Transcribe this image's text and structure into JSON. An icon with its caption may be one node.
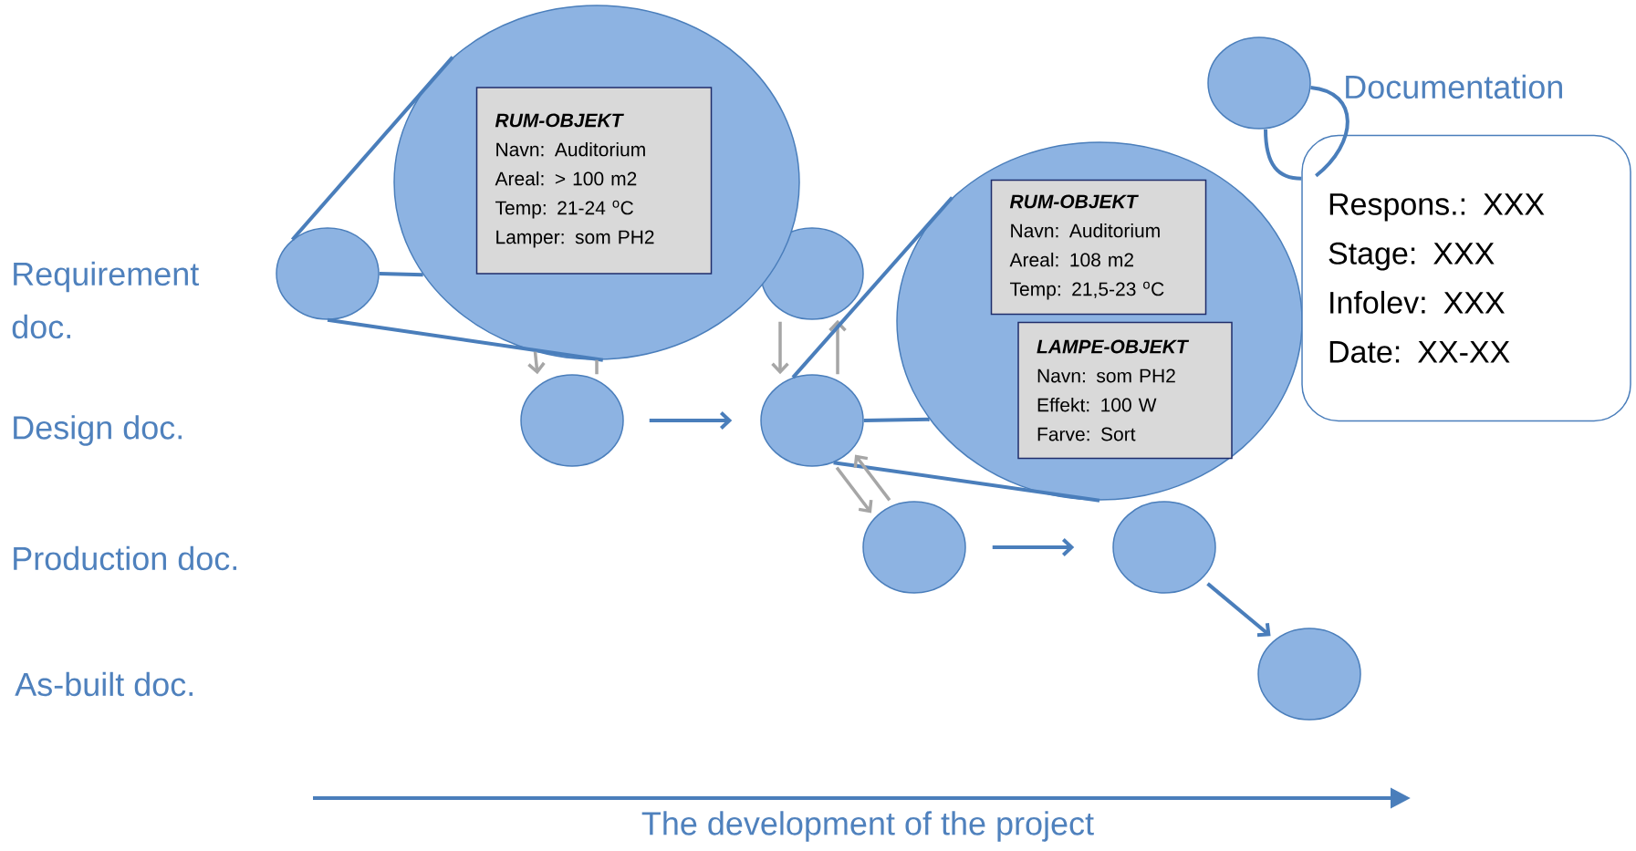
{
  "diagram": {
    "nodes": [
      {
        "text": [],
        "shape": "circle"
      },
      {
        "text": [
          "RUM-OBJEKT",
          "Navn: Auditorium",
          "Areal: > 100 m2",
          "Temp: 21-24 $^{o}$C",
          "Lamper: som PH2"
        ],
        "in": 0
      },
      {
        "text": [],
        "shape": "circle"
      },
      {
        "text": [
          "Respons.: XXX",
          "Stage: XXX",
          "Infolev: XXX",
          "Date: XX-XX"
        ]
      },
      {
        "text": [],
        "shape": "circle"
      },
      {
        "text": [
          "RUM-OBJEKT",
          "Navn: Auditorium",
          "Areal: 108 m2",
          "Temp: 21,5-23 $^{o}$C"
        ],
        "in": 4
      },
      {
        "text": [
          "LAMPE-OBJEKT",
          "Navn: som PH2",
          "Effekt: 100 W",
          "Farve: Sort"
        ],
        "in": 4
      },
      {
        "text": [],
        "shape": "circle"
      },
      {
        "text": [],
        "shape": "circle"
      },
      {
        "text": [],
        "shape": "circle"
      },
      {
        "text": [],
        "shape": "circle"
      },
      {
        "text": [],
        "shape": "circle"
      },
      {
        "text": [],
        "shape": "circle"
      },
      {
        "text": [],
        "shape": "circle"
      }
    ],
    "edges": [
      {
        "from": 7,
        "to": 0,
        "arrow": "none"
      },
      {
        "from": 7,
        "to": 0,
        "arrow": "none"
      },
      {
        "from": 7,
        "to": 0,
        "arrow": "none"
      },
      {
        "from": 0,
        "to": 9,
        "arrow": "to",
        "color": "#a6a6a6"
      },
      {
        "from": 9,
        "to": 0,
        "arrow": "none",
        "color": "#a6a6a6"
      },
      {
        "from": 9,
        "to": 10,
        "arrow": "to"
      },
      {
        "from": 8,
        "to": 10,
        "arrow": "to",
        "color": "#a6a6a6"
      },
      {
        "from": 10,
        "to": 8,
        "arrow": "to",
        "color": "#a6a6a6"
      },
      {
        "from": 10,
        "to": 4,
        "arrow": "none"
      },
      {
        "from": 10,
        "to": 4,
        "arrow": "none"
      },
      {
        "from": 10,
        "to": 4,
        "arrow": "none"
      },
      {
        "from": 10,
        "to": 11,
        "arrow": "to",
        "color": "#a6a6a6"
      },
      {
        "from": 11,
        "to": 10,
        "arrow": "to",
        "color": "#a6a6a6"
      },
      {
        "from": 11,
        "to": 12,
        "arrow": "to"
      },
      {
        "from": 12,
        "to": 13,
        "arrow": "to"
      },
      {
        "from": 2,
        "to": 3,
        "arrow": "none"
      },
      {
        "from": 2,
        "to": 3,
        "arrow": "none"
      }
    ],
    "labels": [
      "Documentation",
      "Requirement doc.",
      "Design doc.",
      "Production doc.",
      "As-built doc.",
      "The development of the project"
    ]
  }
}
